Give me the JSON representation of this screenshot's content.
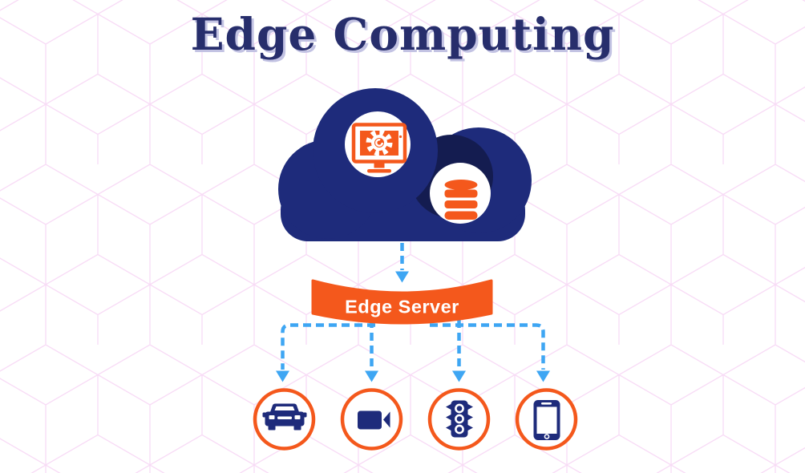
{
  "title": "Edge Computing",
  "edge_server": {
    "label": "Edge Server"
  },
  "cloud": {
    "name": "cloud",
    "icons": [
      {
        "name": "monitor-gear-icon"
      },
      {
        "name": "database-icon"
      }
    ]
  },
  "devices": [
    {
      "name": "car-icon"
    },
    {
      "name": "video-camera-icon"
    },
    {
      "name": "traffic-light-icon"
    },
    {
      "name": "smartphone-icon"
    }
  ],
  "colors": {
    "navy": "#1E2B7B",
    "navy_shadow": "#141C50",
    "orange": "#F4581C",
    "arrow_blue": "#3EA6F3",
    "title_text": "#272E6C",
    "title_shadow": "#C3C3E3",
    "pattern_pink": "#F8DBF6",
    "background": "#FFFFFF"
  }
}
